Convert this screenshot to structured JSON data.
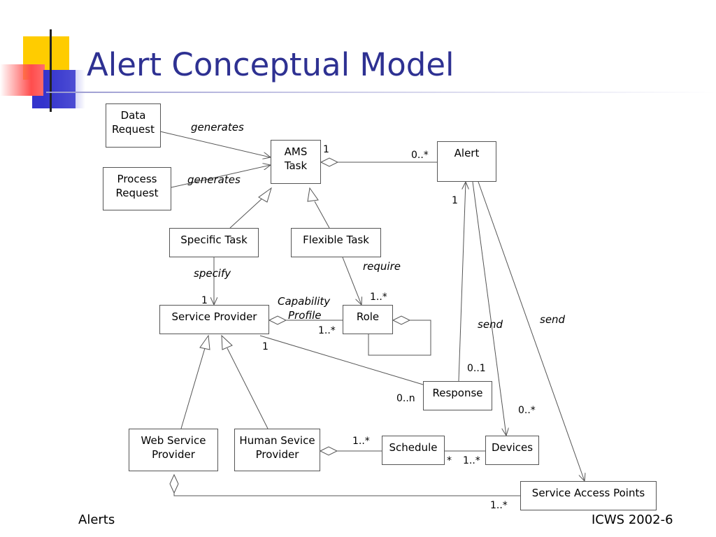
{
  "slide": {
    "title": "Alert Conceptual Model",
    "footer_left": "Alerts",
    "footer_right": "ICWS 2002-6"
  },
  "boxes": {
    "data_request": [
      "Data",
      "Request"
    ],
    "process_request": [
      "Process",
      "Request"
    ],
    "ams_task": [
      "AMS",
      "Task"
    ],
    "alert": "Alert",
    "specific_task": "Specific Task",
    "flexible_task": "Flexible Task",
    "service_provider": "Service Provider",
    "role": "Role",
    "response": "Response",
    "web_service_provider": [
      "Web Service",
      "Provider"
    ],
    "human_service_provider": [
      "Human Sevice",
      "Provider"
    ],
    "schedule": "Schedule",
    "devices": "Devices",
    "service_access_points": "Service Access Points"
  },
  "labels": {
    "generates_1": "generates",
    "generates_2": "generates",
    "specify": "specify",
    "require": "require",
    "capability": "Capability",
    "profile": "Profile",
    "send_1": "send",
    "send_2": "send",
    "m_ams_1": "1",
    "m_alert_0n": "0..*",
    "m_alert_1": "1",
    "m_sp_1": "1",
    "m_role_1n": "1..*",
    "m_cap_1n": "1..*",
    "m_sp_bottom_1": "1",
    "m_resp_01": "0..1",
    "m_resp_0n": "0..n",
    "m_devices_0n": "0..*",
    "m_human_1n": "1..*",
    "m_sched_star": "*",
    "m_devices_1n": "1..*",
    "m_sap_1n": "1..*"
  },
  "colors": {
    "title": "#2e3192",
    "deco_yellow": "#ffcc00",
    "deco_red": "#ff5a5a",
    "deco_blue": "#3333cc",
    "line": "#555555"
  }
}
